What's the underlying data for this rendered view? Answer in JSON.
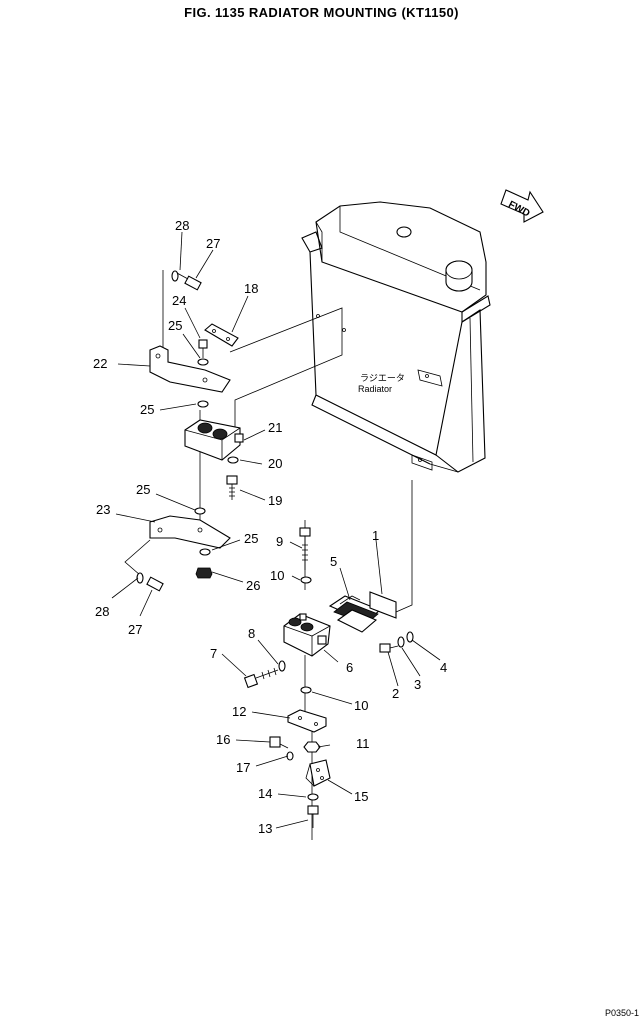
{
  "title": "FIG. 1135   RADIATOR MOUNTING (KT1150)",
  "fwd_label": "FWD",
  "radiator_label_jp": "ラジエータ",
  "radiator_label_en": "Radiator",
  "callouts": [
    "28",
    "27",
    "24",
    "25",
    "18",
    "22",
    "25",
    "21",
    "20",
    "25",
    "19",
    "23",
    "25",
    "26",
    "28",
    "27",
    "9",
    "10",
    "5",
    "1",
    "8",
    "7",
    "6",
    "4",
    "3",
    "2",
    "10",
    "12",
    "16",
    "11",
    "17",
    "14",
    "15",
    "13"
  ],
  "corner_code": "P0350-1"
}
